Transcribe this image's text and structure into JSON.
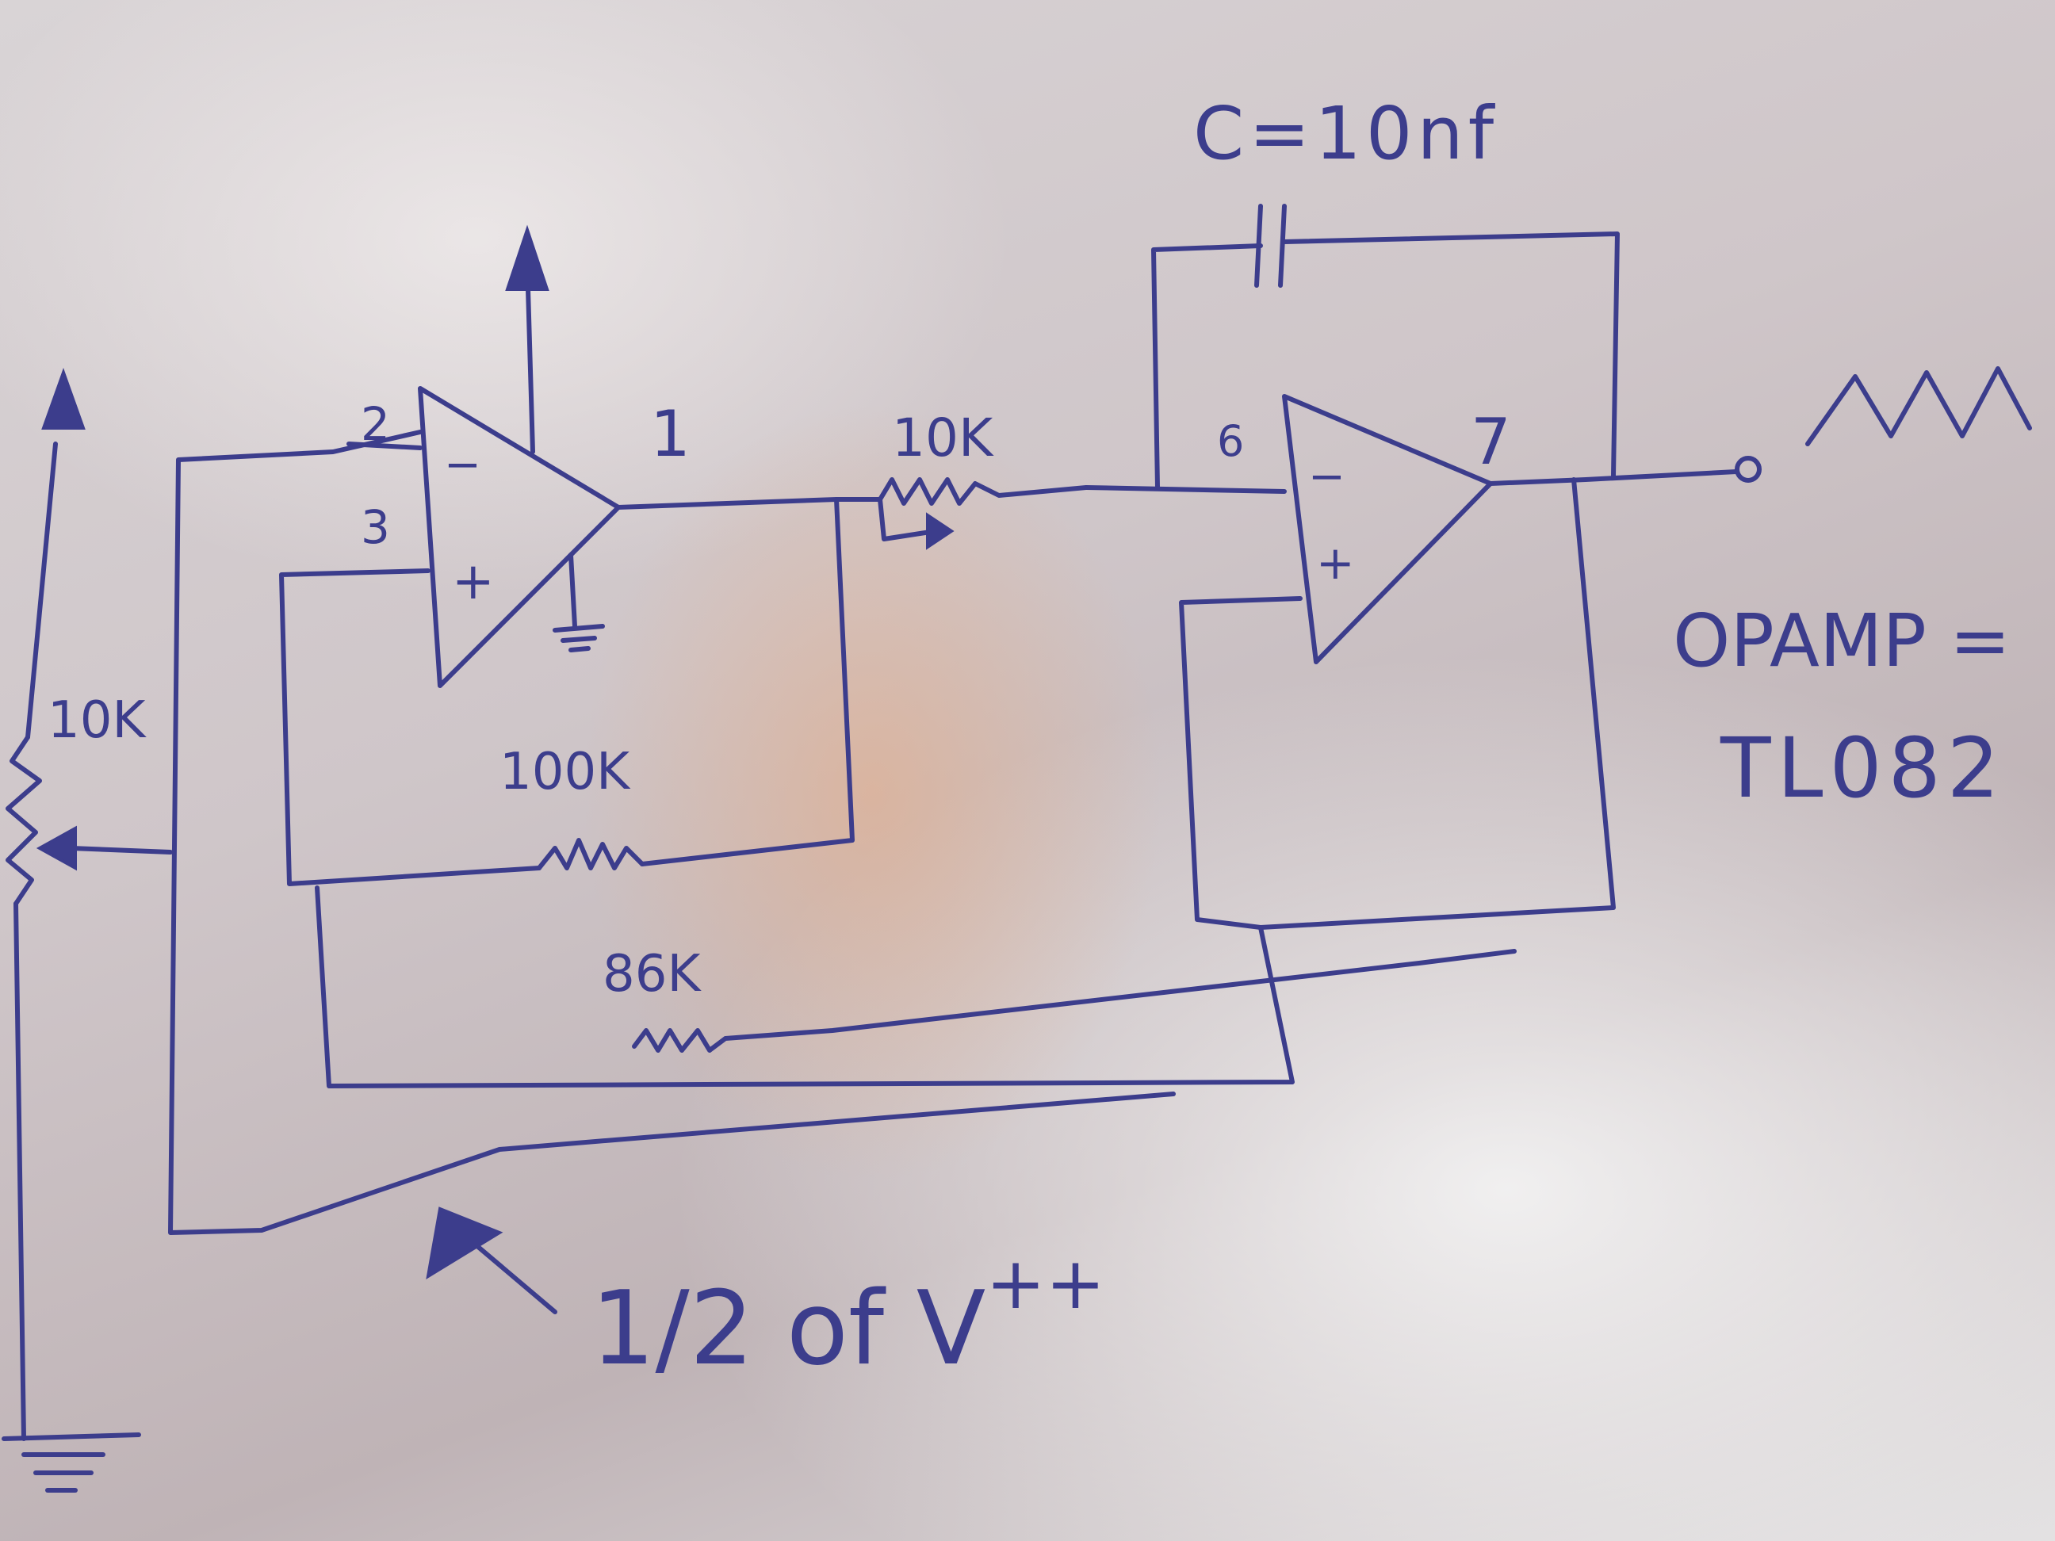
{
  "diagram": {
    "opamp1": {
      "pin_inverting": "2",
      "pin_noninverting": "3",
      "pin_output": "1",
      "minus_sign": "−",
      "plus_sign": "+"
    },
    "opamp2": {
      "pin_inverting": "6",
      "pin_output": "7",
      "minus_sign": "−",
      "plus_sign": "+"
    },
    "components": {
      "capacitor_label": "C=10nf",
      "pot_series_label": "10K",
      "pot_left_label": "10K",
      "feedback_resistor_label": "100K",
      "lower_resistor_label": "86K"
    },
    "notes": {
      "opamp_line1": "OPAMP =",
      "opamp_line2": "TL082",
      "half_supply_part1": "1/2 of V",
      "half_supply_sup": "++"
    },
    "colors": {
      "ink": "#3c3d8c",
      "paper": "#d8d2d3"
    },
    "icons": {
      "output_waveform": "triangle-wave-icon",
      "supply": "arrow-up-icon",
      "ground": "ground-icon"
    }
  }
}
